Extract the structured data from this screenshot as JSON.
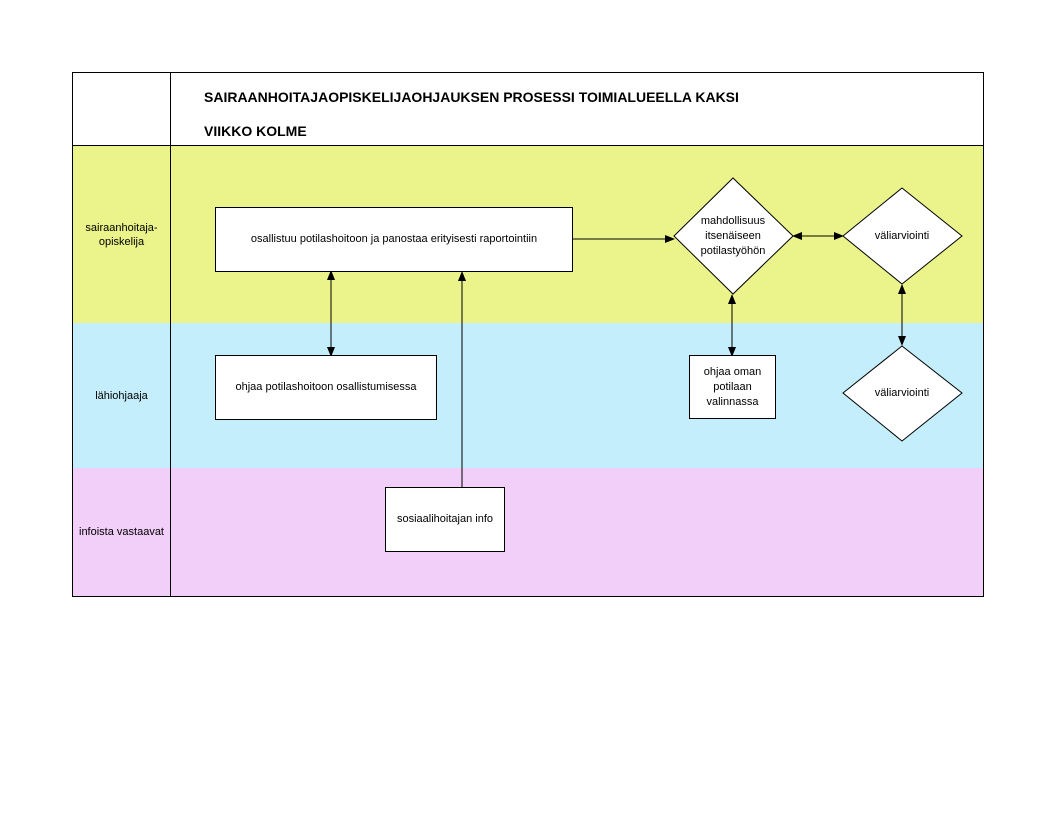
{
  "header": {
    "title": "SAIRAANHOITAJAOPISKELIJAOHJAUKSEN PROSESSI TOIMIALUEELLA KAKSI",
    "subtitle": "VIIKKO KOLME"
  },
  "lanes": [
    {
      "label": "sairaanhoitaja-opiskelija",
      "color": "#ebf38b"
    },
    {
      "label": "lähiohjaaja",
      "color": "#c4eefb"
    },
    {
      "label": "infoista vastaavat",
      "color": "#f1cff8"
    }
  ],
  "nodes": {
    "participate": "osallistuu potilashoitoon ja panostaa erityisesti raportointiin",
    "possibility": "mahdollisuus itsenäiseen potilastyöhön",
    "interim1": "väliarviointi",
    "guide_care": "ohjaa potilashoitoon osallistumisessa",
    "guide_patient": "ohjaa oman potilaan valinnassa",
    "interim2": "väliarviointi",
    "social_info": "sosiaalihoitajan info"
  }
}
